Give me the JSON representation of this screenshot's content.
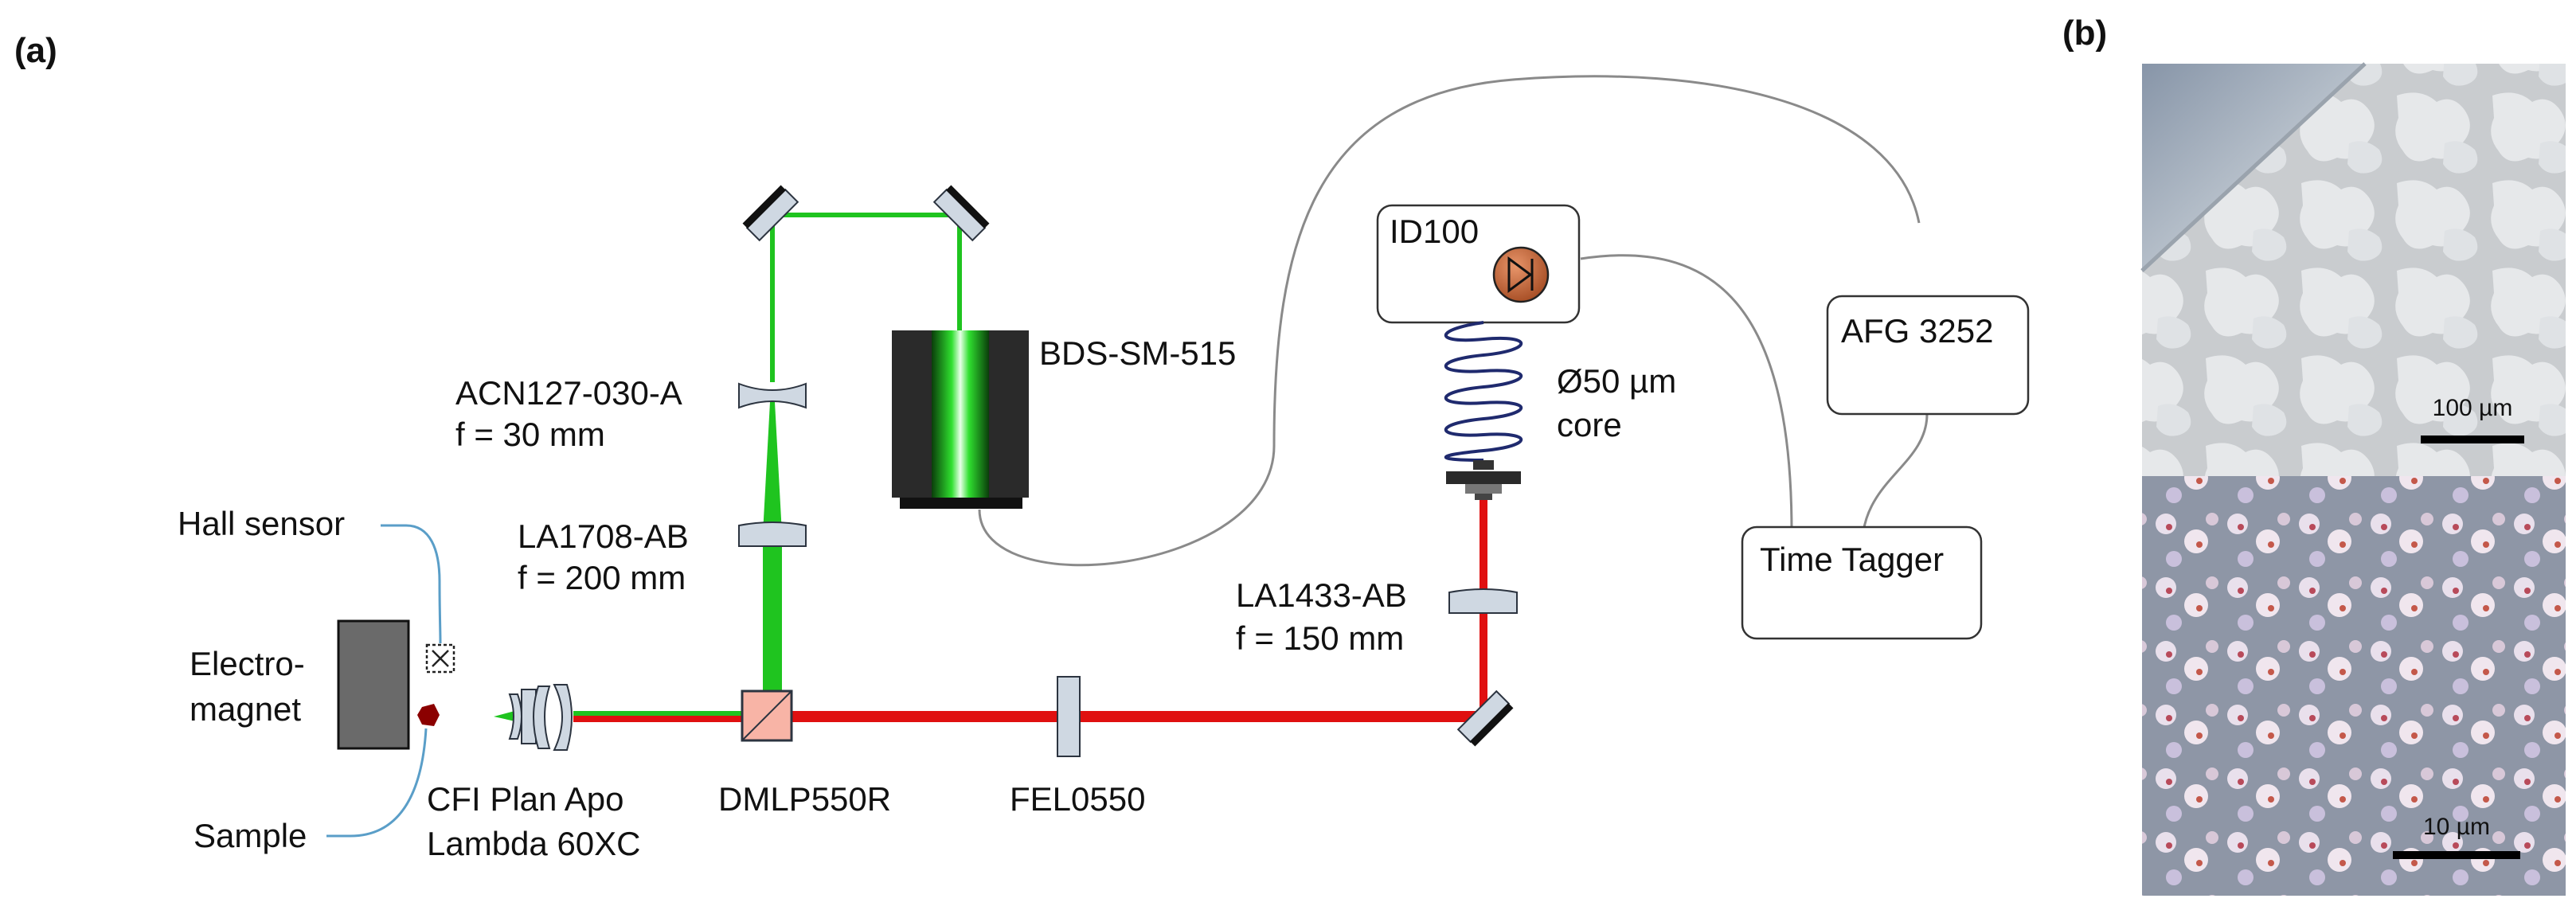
{
  "panels": {
    "a": "(a)",
    "b": "(b)"
  },
  "labels": {
    "hall_sensor": "Hall sensor",
    "electromagnet_1": "Electro-",
    "electromagnet_2": "magnet",
    "sample": "Sample",
    "objective_1": "CFI Plan Apo",
    "objective_2": "Lambda 60XC",
    "dichroic": "DMLP550R",
    "filter": "FEL0550",
    "lens_acn_1": "ACN127-030-A",
    "lens_acn_2": "f = 30 mm",
    "lens_la1708_1": "LA1708-AB",
    "lens_la1708_2": "f = 200 mm",
    "laser": "BDS-SM-515",
    "detector": "ID100",
    "fiber_1": "Ø50 µm",
    "fiber_2": "core",
    "lens_la1433_1": "LA1433-AB",
    "lens_la1433_2": "f = 150 mm",
    "afg": "AFG 3252",
    "time_tagger": "Time Tagger"
  },
  "scalebars": {
    "top": "100 µm",
    "bottom": "10 µm"
  },
  "colors": {
    "excitation": "#1fc41f",
    "emission": "#e01010",
    "cable": "#8a8a8a",
    "sensor_wire": "#5a9ec8",
    "fiber": "#1f2a6e",
    "optic_fill": "#cfd8e2",
    "optic_stroke": "#2c3440",
    "magnet": "#6a6a6a",
    "sample": "#8b0000",
    "detector_icon": "#c0643a"
  }
}
